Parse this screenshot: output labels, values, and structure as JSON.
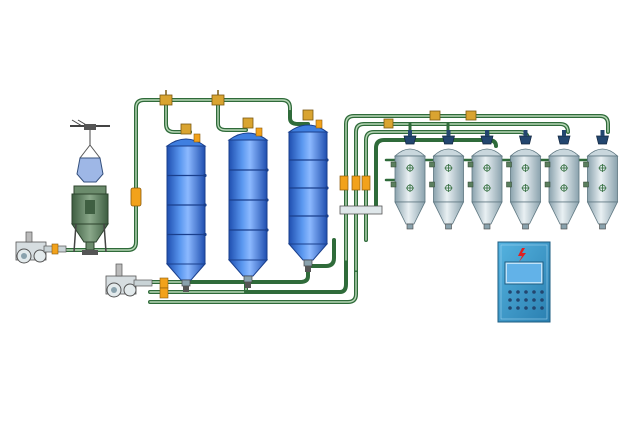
{
  "diagram": {
    "background": "#ffffff",
    "colors": {
      "pipe": "#2f6b3a",
      "pipe_light": "#b9d8b8",
      "tank_blue": "#3f7fe0",
      "tank_blue_dark": "#1f4fb0",
      "tank_blue_light": "#8cb9ff",
      "silo_grey": "#c9d7dd",
      "silo_grey_dark": "#8aa2ad",
      "feeder_green": "#5b7f5e",
      "valve_orange": "#f2a21b",
      "valve_brass": "#d9a431",
      "panel_blue": "#3a9ac8",
      "panel_screen": "#62b2e8",
      "warning_red": "#e02020",
      "dark_navy": "#23466f"
    },
    "components": {
      "feeder_count": 1,
      "storage_tank_count": 3,
      "collector_silo_count": 6,
      "blower_count": 2,
      "control_panel_count": 1,
      "warning_symbol": "lightning-warning-icon"
    }
  }
}
